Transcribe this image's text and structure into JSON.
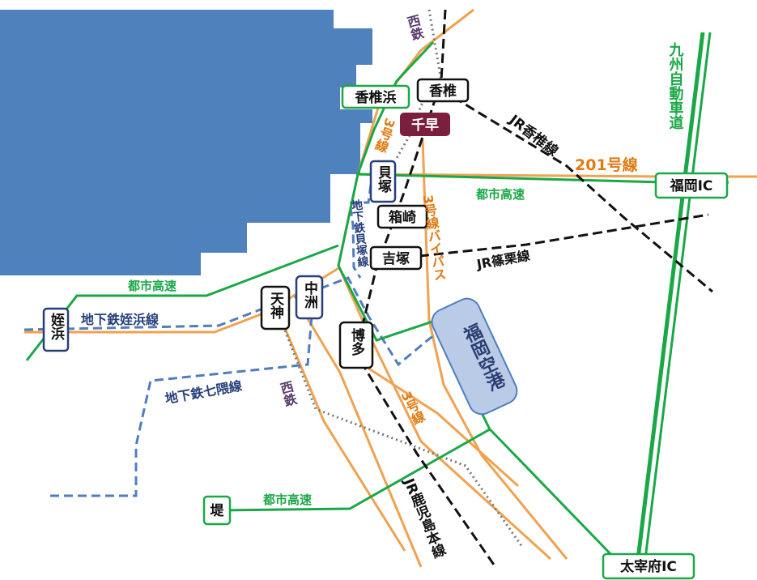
{
  "colors": {
    "sea": "#4f81bd",
    "expressway": "#1aa847",
    "road": "#f0a24f",
    "jr": "#111111",
    "nishitetsu": "#7a7a7a",
    "subway": "#4f7ebf",
    "road_label": "#e07a12",
    "subway_label": "#263f7a",
    "nishitetsu_label": "#5a3d6e",
    "chihaya": "#7a1f3d",
    "airport_fill": "#b9cbe6"
  },
  "lines": {
    "kyushu_expressway": "九州自動車道",
    "toshi_kosoku_1": "都市高速",
    "toshi_kosoku_2": "都市高速",
    "toshi_kosoku_3": "都市高速",
    "jr_kashii": "JR香椎線",
    "jr_sasaguri": "JR篠栗線",
    "jr_kagoshima": "JR鹿児島本線",
    "route_201": "201号線",
    "route_3_north": "3号線",
    "route_3_south": "3号線",
    "route_3_bypass": "3号線バイパス",
    "subway_hakozaki": "地下鉄貝塚線",
    "subway_kuko": "地下鉄姪浜線",
    "subway_nanakuma": "地下鉄七隈線",
    "nishitetsu_north": "西鉄",
    "nishitetsu_south": "西鉄"
  },
  "stations": {
    "kashiihama": "香椎浜",
    "kashii": "香椎",
    "chihaya": "千早",
    "kaizuka": "貝塚",
    "hakozaki": "箱崎",
    "yoshizuka": "吉塚",
    "meinohama": "姪浜",
    "tenjin": "天神",
    "nakasu": "中洲",
    "hakata": "博多",
    "fukuoka_airport": "福岡空港",
    "fukuoka_ic": "福岡IC",
    "dazaifu_ic": "太宰府IC",
    "tsutsumi": "堤"
  }
}
